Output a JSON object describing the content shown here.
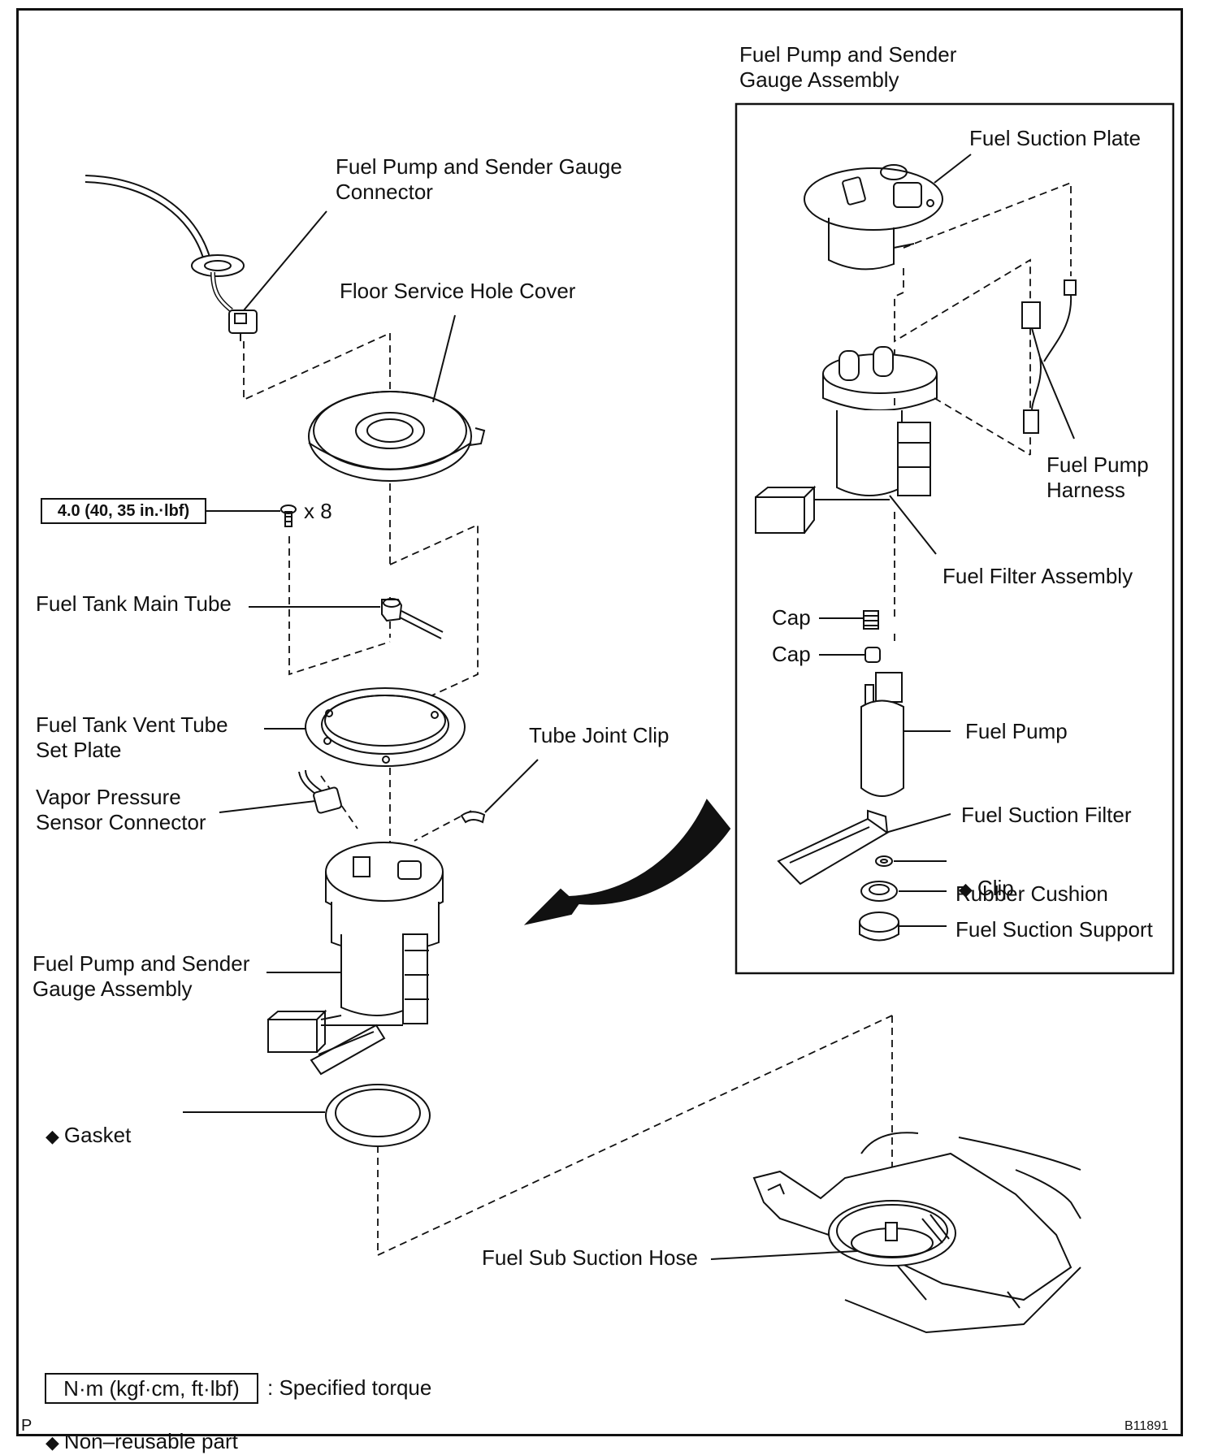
{
  "labels": {
    "fuel_pump_sender_gauge_assembly_inset": "Fuel Pump and Sender\nGauge Assembly",
    "fuel_suction_plate": "Fuel Suction Plate",
    "fuel_pump_sender_gauge_connector": "Fuel Pump and Sender Gauge\nConnector",
    "floor_service_hole_cover": "Floor Service Hole Cover",
    "fuel_pump_harness": "Fuel Pump\nHarness",
    "fuel_filter_assembly": "Fuel Filter Assembly",
    "bolt_count": "x 8",
    "fuel_tank_main_tube": "Fuel Tank Main Tube",
    "cap_1": "Cap",
    "cap_2": "Cap",
    "fuel_tank_vent_tube_set_plate": "Fuel Tank Vent Tube\nSet Plate",
    "tube_joint_clip": "Tube Joint Clip",
    "fuel_pump": "Fuel Pump",
    "vapor_pressure_sensor_connector": "Vapor Pressure\nSensor Connector",
    "fuel_suction_filter": "Fuel Suction Filter",
    "clip": "Clip",
    "rubber_cushion": "Rubber Cushion",
    "fuel_suction_support": "Fuel Suction Support",
    "fuel_pump_sender_gauge_assembly_main": "Fuel Pump and Sender\nGauge Assembly",
    "gasket": "Gasket",
    "fuel_sub_suction_hose": "Fuel Sub Suction Hose"
  },
  "torque_spec": "4.0 (40, 35 in.·lbf)",
  "legend": {
    "unit_box": "N·m (kgf·cm, ft·lbf)",
    "specified_torque": ": Specified torque",
    "non_reusable": "Non–reusable part",
    "diamond_symbol": "◆"
  },
  "corner_letter": "P",
  "figure_code": "B11891"
}
